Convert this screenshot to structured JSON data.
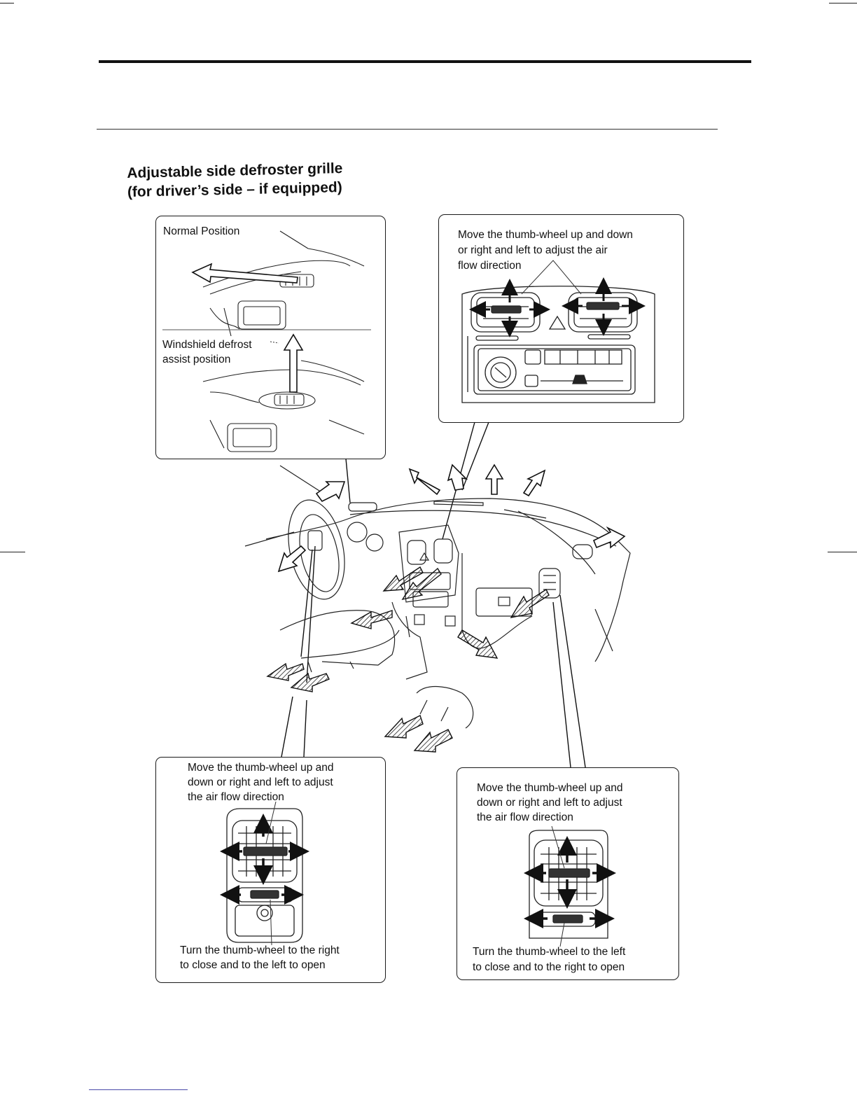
{
  "heading": {
    "line1": "Adjustable side defroster grille",
    "line2": "(for driver’s side – if equipped)"
  },
  "panel_defroster": {
    "normal_label": "Normal Position",
    "defrost_label_line1": "Windshield defrost",
    "defrost_label_line2": "assist position"
  },
  "panel_center": {
    "line1": "Move the thumb-wheel up and down",
    "line2": "or right and left to adjust the air",
    "line3": "flow direction"
  },
  "panel_left_vent": {
    "line1": "Move the thumb-wheel up and",
    "line2": "down or right and left to adjust",
    "line3": "the air flow direction",
    "bottom1": "Turn the thumb-wheel to the right",
    "bottom2": "to close and to the left to open"
  },
  "panel_right_vent": {
    "line1": "Move the thumb-wheel up and",
    "line2": "down or right and left to adjust",
    "line3": "the air flow direction",
    "bottom1": "Turn the thumb-wheel to the left",
    "bottom2": "to close and to the right to open"
  },
  "colors": {
    "ink": "#111111",
    "footer_rule": "#4a4aa8"
  }
}
